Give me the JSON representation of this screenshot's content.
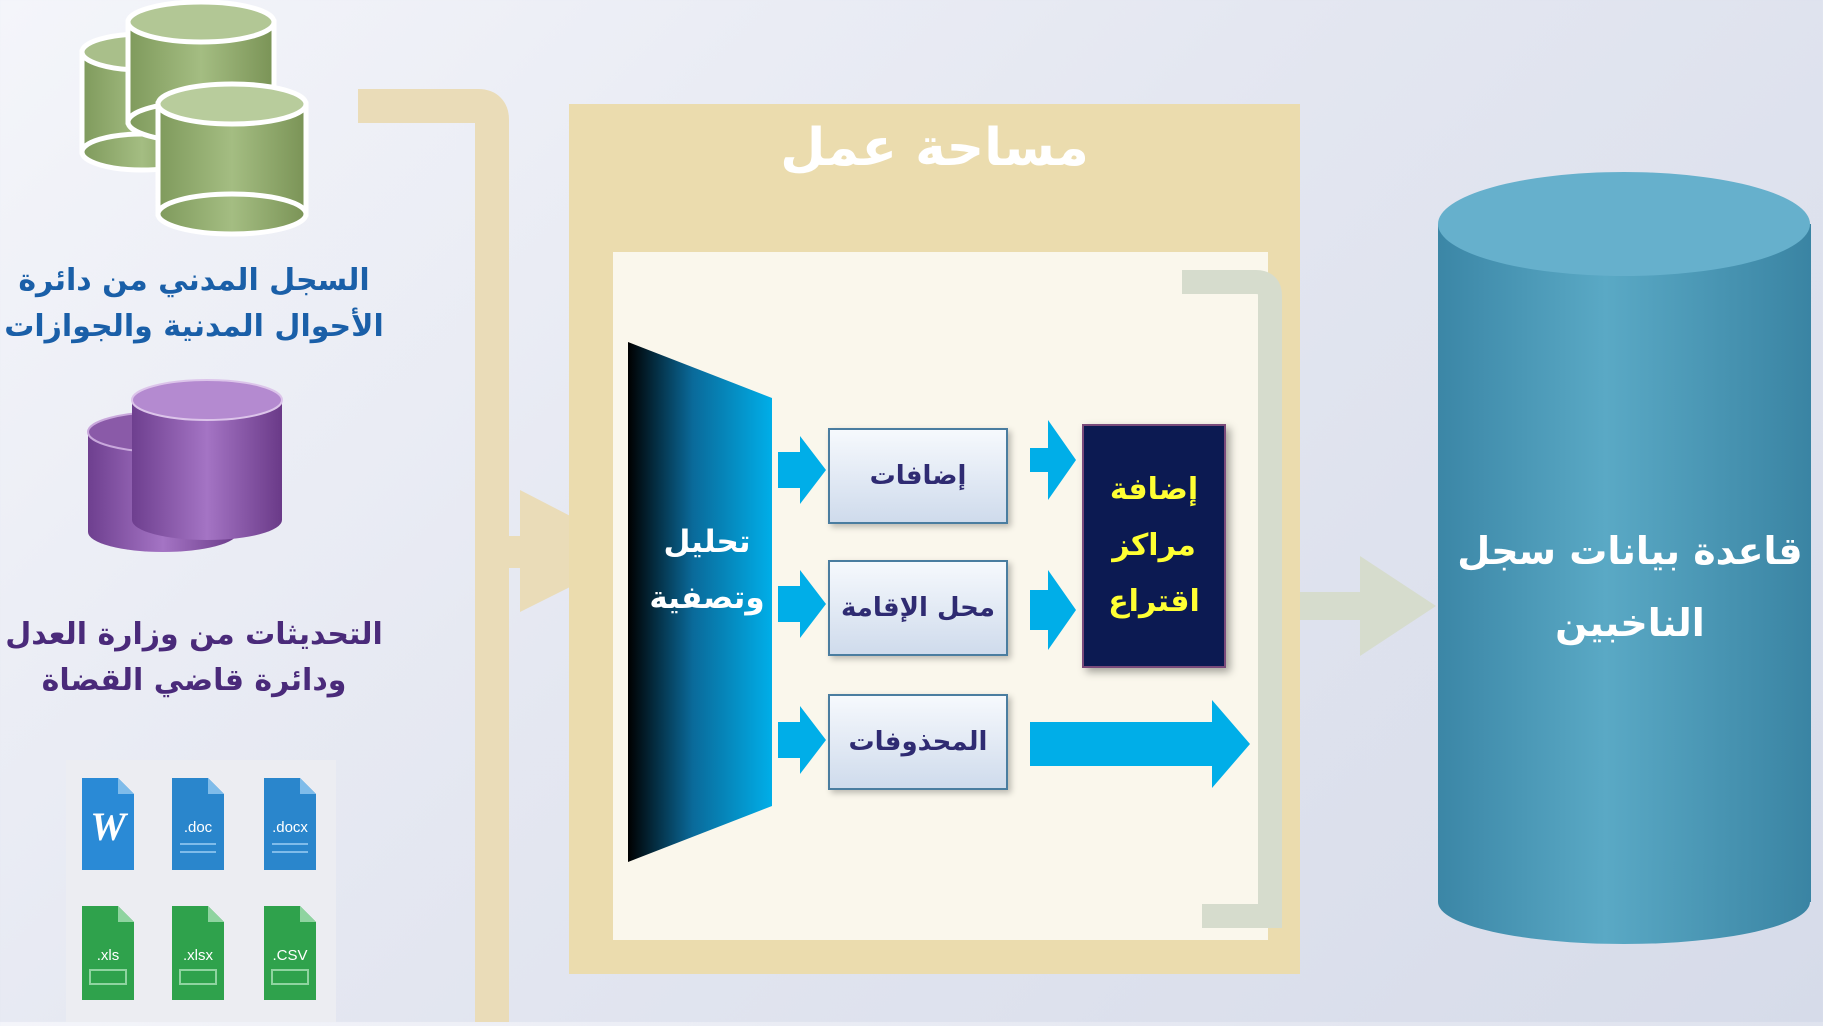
{
  "sources": {
    "civil_registry": {
      "line1": "السجل المدني من دائرة",
      "line2": "الأحوال المدنية والجوازات"
    },
    "justice_updates": {
      "line1": "التحديثات من وزارة العدل",
      "line2": "ودائرة قاضي القضاة"
    },
    "file_types": [
      ".doc",
      ".docx",
      ".xls",
      ".xlsx",
      ".CSV"
    ]
  },
  "workspace": {
    "title": "مساحة عمل",
    "analysis": {
      "line1": "تحليل",
      "line2": "وتصفية"
    },
    "steps": {
      "additions": "إضافات",
      "residence": "محل الإقامة",
      "deletions": "المحذوفات"
    },
    "add_centers": {
      "line1": "إضافة",
      "line2": "مراكز",
      "line3": "اقتراع"
    }
  },
  "database": {
    "line1": "قاعدة بيانات سجل",
    "line2": "الناخبين"
  },
  "colors": {
    "label_blue": "#1a5fa8",
    "label_purple": "#4a2a7a",
    "workspace_beige": "#ebdcae",
    "accent_cyan": "#00aee8",
    "db_teal": "#4a97b4",
    "suggest_navy": "#0c1a52",
    "suggest_text": "#ffff33"
  }
}
